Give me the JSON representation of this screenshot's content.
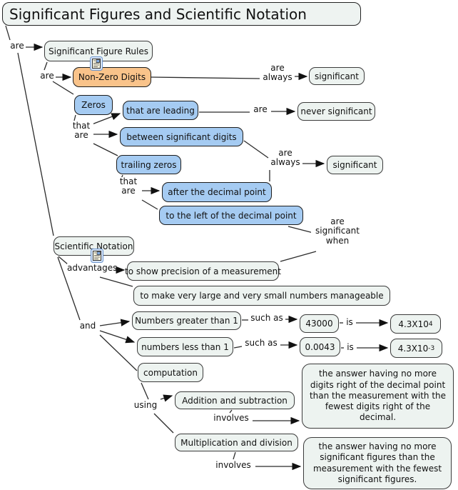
{
  "title": "Significant Figures and Scientific Notation",
  "colors": {
    "node_fill": "#edf3f0",
    "blue_fill": "#a5cbf2",
    "orange_fill": "#f9c38a",
    "border": "#333333",
    "line": "#2b2b2b",
    "background": "#ffffff"
  },
  "nodes": {
    "rules": "Significant Figure Rules",
    "non_zero": "Non-Zero Digits",
    "significant_a": "significant",
    "zeros": "Zeros",
    "leading": "that are leading",
    "never_significant": "never significant",
    "between": "between significant digits",
    "trailing": "trailing zeros",
    "significant_b": "significant",
    "after_decimal": "after the decimal point",
    "left_of_decimal": "to the left of the decimal point",
    "scientific_notation": "Scientific Notation",
    "show_precision": "to show precision of a measurement",
    "manageable": "to make very large and very small numbers manageable",
    "greater_than_1": "Numbers greater than 1",
    "less_than_1": "numbers less than 1",
    "num_43000": "43000",
    "sci_4_base": "4.3X10",
    "sci_4_sup": "4",
    "num_00043": "0.0043",
    "sci_m3_base": "4.3X10",
    "sci_m3_sup": "-3",
    "computation": "computation",
    "addition_subtraction": "Addition and subtraction",
    "multiplication_division": "Multiplication and division",
    "rule_addition": "the answer having no more digits right of the decimal point than the measurement with the fewest digits right of the decimal.",
    "rule_multiplication": "the answer having no more significant figures than the measurement with the fewest significant figures."
  },
  "edge_labels": {
    "are_1": "are",
    "are_2": "are",
    "are_always_1": "are\nalways",
    "are_3": "are",
    "that_are_1": "that\nare",
    "are_always_2": "are\nalways",
    "that_are_2": "that\nare",
    "are_significant_when": "are\nsignificant\nwhen",
    "advantages": "advantages",
    "and": "and",
    "such_as_1": "such as",
    "is_1": "is",
    "such_as_2": "such as",
    "is_2": "is",
    "using": "using",
    "involves_1": "involves",
    "involves_2": "involves"
  },
  "icons": {
    "resource_icon": "document-resource"
  }
}
